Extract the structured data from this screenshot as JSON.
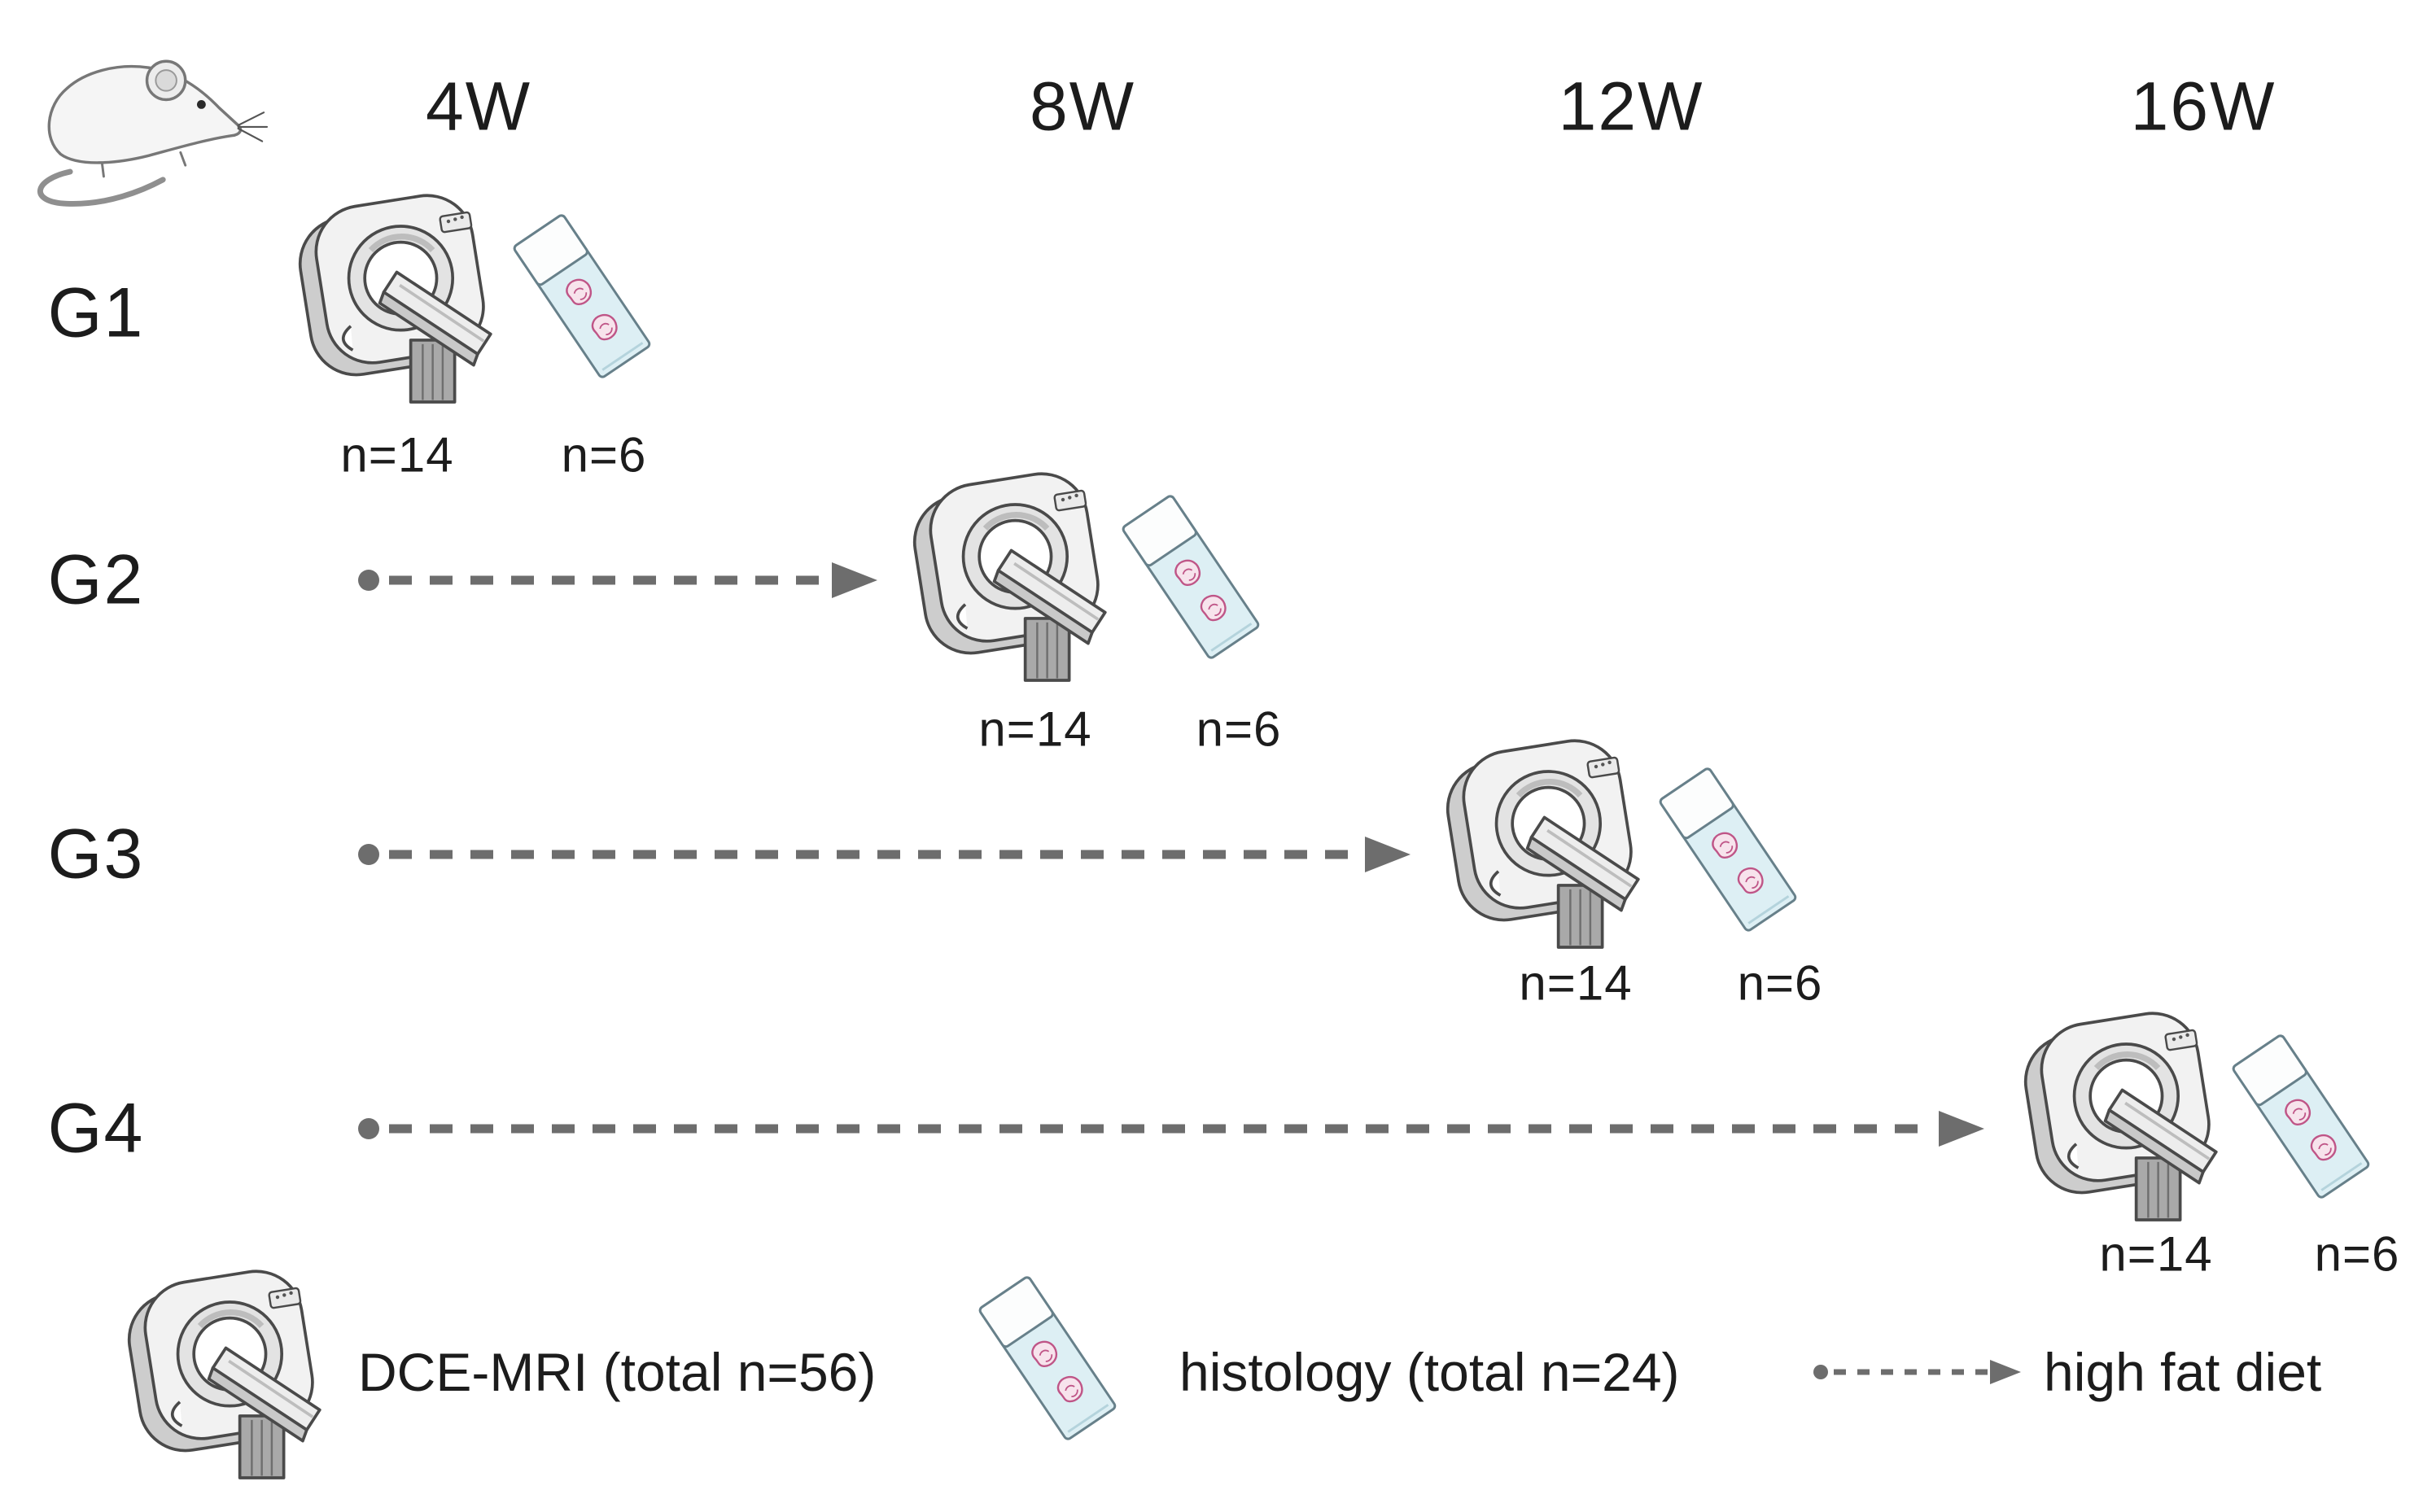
{
  "timepoints": [
    {
      "label": "4W"
    },
    {
      "label": "8W"
    },
    {
      "label": "12W"
    },
    {
      "label": "16W"
    }
  ],
  "groups": [
    {
      "label": "G1",
      "timepoint": "4W",
      "mri_n": "n=14",
      "histology_n": "n=6"
    },
    {
      "label": "G2",
      "timepoint": "8W",
      "mri_n": "n=14",
      "histology_n": "n=6"
    },
    {
      "label": "G3",
      "timepoint": "12W",
      "mri_n": "n=14",
      "histology_n": "n=6"
    },
    {
      "label": "G4",
      "timepoint": "16W",
      "mri_n": "n=14",
      "histology_n": "n=6"
    }
  ],
  "legend": {
    "mri_label": "DCE-MRI (total n=56)",
    "histology_label": "histology (total n=24)",
    "diet_label": "high fat diet"
  },
  "icons": {
    "mouse": "mouse-icon",
    "mri": "mri-scanner-icon",
    "histology": "histology-slide-icon",
    "diet": "dashed-arrow-icon"
  },
  "colors": {
    "text": "#1c1c1c",
    "arrow": "#6d6d6d",
    "outline": "#4a4a4a",
    "scanner-light": "#f2f2f2",
    "scanner-mid": "#d2d2d2",
    "scanner-dark": "#8f8f8f",
    "slide-body": "#ddeff4",
    "slide-frost": "#fcfdfd",
    "tissue": "#bf5587"
  }
}
